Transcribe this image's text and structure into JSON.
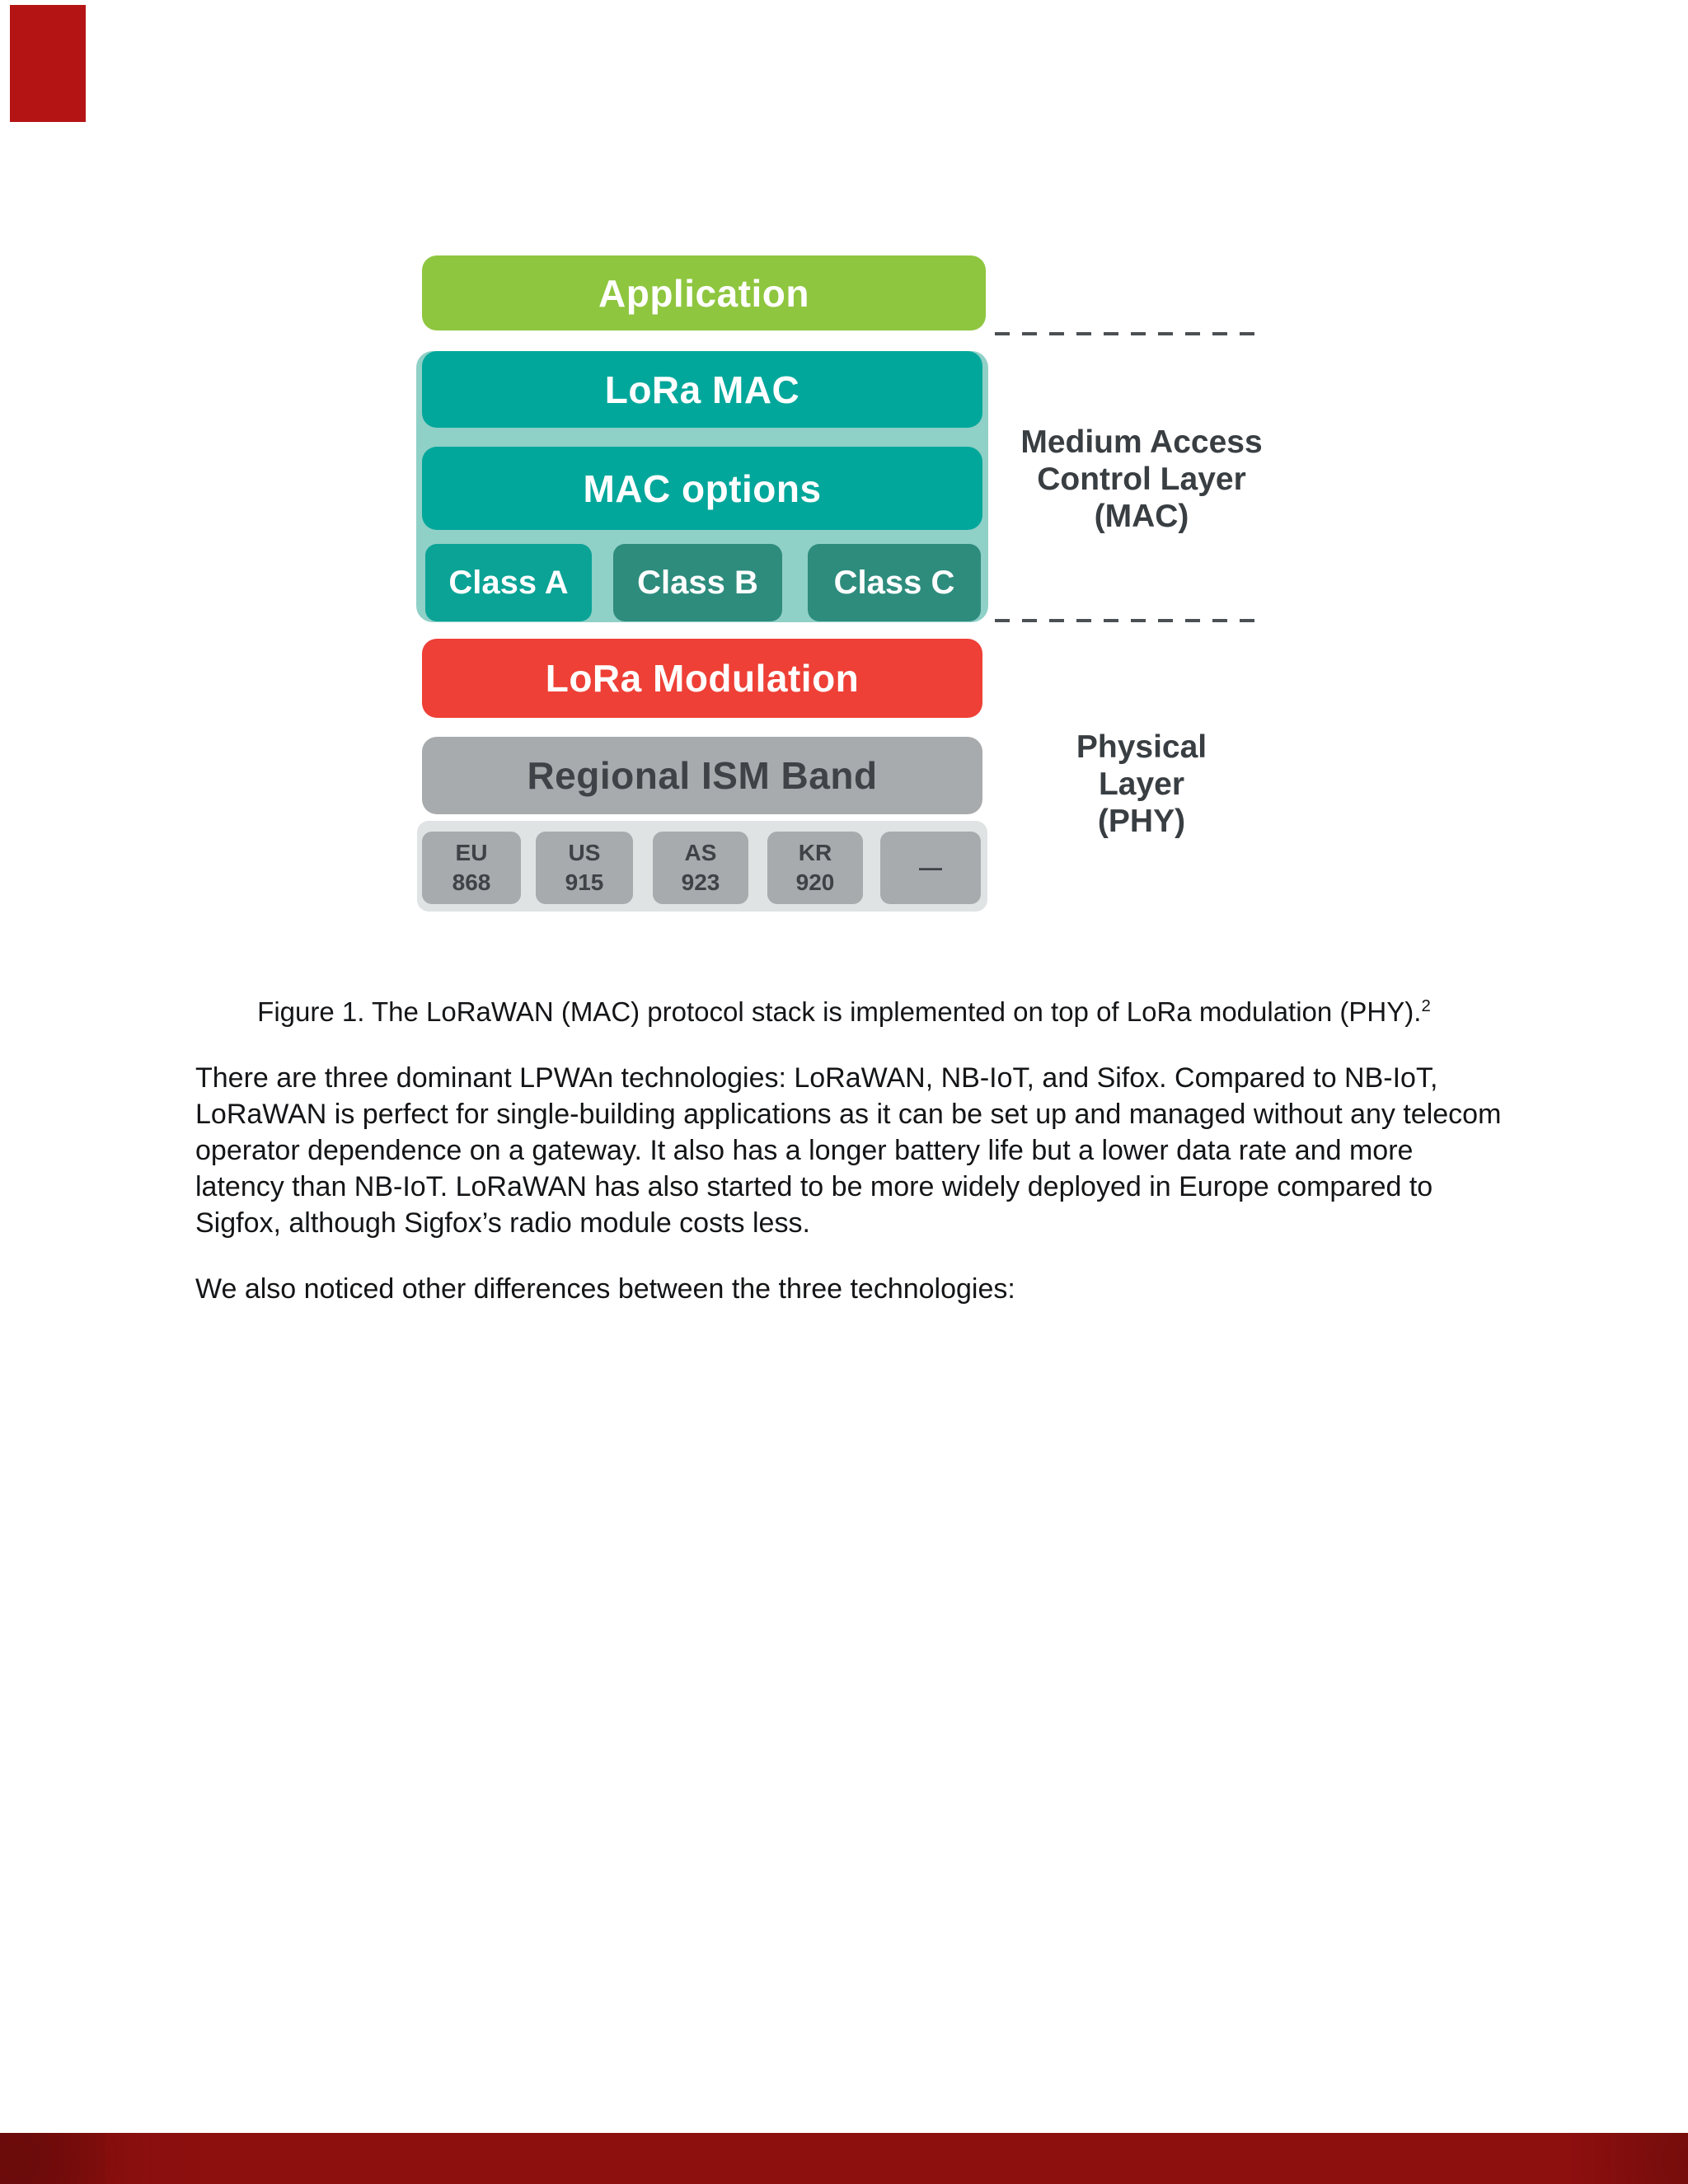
{
  "page": {
    "corner_mark_color": "#b51414",
    "footer_bar_color": "#8d100f",
    "divider_color": "#4b5054",
    "text_color": "#141517",
    "label_text_color": "#393e42"
  },
  "diagram": {
    "application": {
      "label": "Application",
      "color": "#8ec63f"
    },
    "mac_section": {
      "bg_color": "#8fd0c7",
      "lora_mac": {
        "label": "LoRa MAC",
        "color": "#02a79b"
      },
      "mac_options": {
        "label": "MAC options",
        "color": "#02a79b"
      },
      "classes": [
        {
          "label": "Class A",
          "color": "#0aa396"
        },
        {
          "label": "Class B",
          "color": "#2e8c7d"
        },
        {
          "label": "Class C",
          "color": "#2e8c7d"
        }
      ]
    },
    "lora_modulation": {
      "label": "LoRa Modulation",
      "color": "#ee4036"
    },
    "phy_section": {
      "bg_color": "#e0e3e4",
      "regional_ism_band": {
        "label": "Regional ISM Band",
        "color": "#a8abad"
      },
      "band_box_color": "#a8abad",
      "bands": [
        [
          "EU",
          "868"
        ],
        [
          "US",
          "915"
        ],
        [
          "AS",
          "923"
        ],
        [
          "KR",
          "920"
        ],
        [
          "—"
        ]
      ]
    },
    "right_labels": {
      "mac": [
        "Medium Access",
        "Control Layer",
        "(MAC)"
      ],
      "phy": [
        "Physical",
        "Layer",
        "(PHY)"
      ]
    }
  },
  "caption": {
    "text": "Figure 1. The LoRaWAN (MAC) protocol stack is implemented on top of LoRa modulation (PHY).",
    "footnote": "2"
  },
  "body": {
    "paragraph1": [
      "There are three dominant LPWAn technologies: LoRaWAN, NB-IoT, and Sifox. Compared to NB-IoT,",
      "LoRaWAN is perfect for single-building applications as it can be set up and managed without any telecom",
      "operator dependence on a gateway. It also has a longer battery life but a lower data rate and more",
      "latency than NB-IoT. LoRaWAN has also started to be more widely deployed in Europe compared to",
      "Sigfox, although Sigfox’s radio module costs less."
    ],
    "paragraph2": "We also noticed other differences between the three technologies:"
  }
}
